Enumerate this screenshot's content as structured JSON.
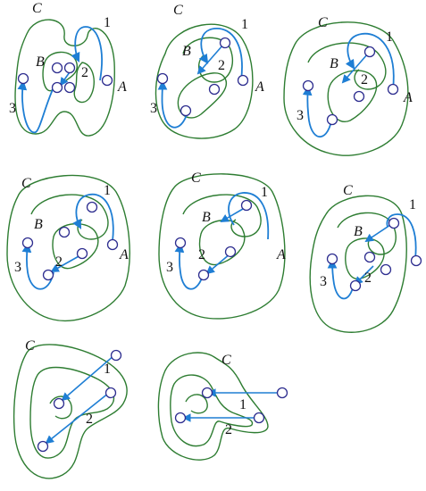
{
  "labels": {
    "C": "C",
    "B": "B",
    "A": "A",
    "one": "1",
    "two": "2",
    "three": "3"
  },
  "colors": {
    "curve": "#2e7d32",
    "arc": "#1e7ed4",
    "node": "#2d2d8f"
  }
}
